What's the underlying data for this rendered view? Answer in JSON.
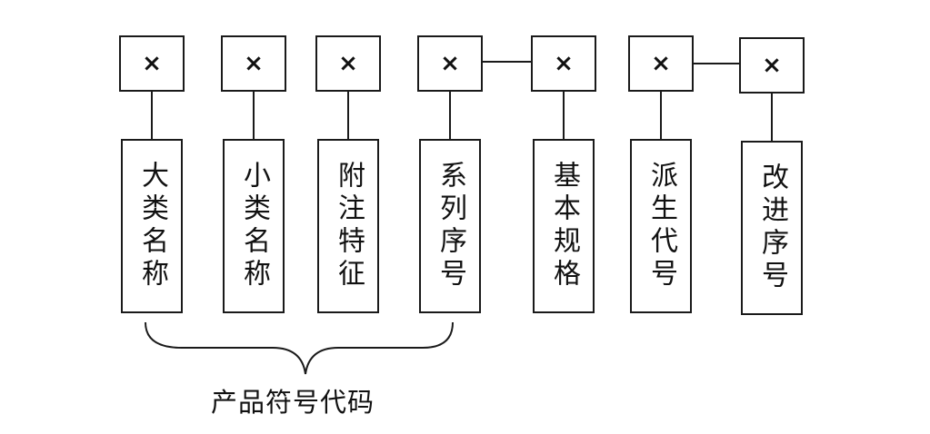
{
  "placeholder_symbol": "×",
  "fields": [
    {
      "label": "大类名称"
    },
    {
      "label": "小类名称"
    },
    {
      "label": "附注特征"
    },
    {
      "label": "系列序号"
    },
    {
      "label": "基本规格"
    },
    {
      "label": "派生代号"
    },
    {
      "label": "改进序号"
    }
  ],
  "group_label": "产品符号代码"
}
